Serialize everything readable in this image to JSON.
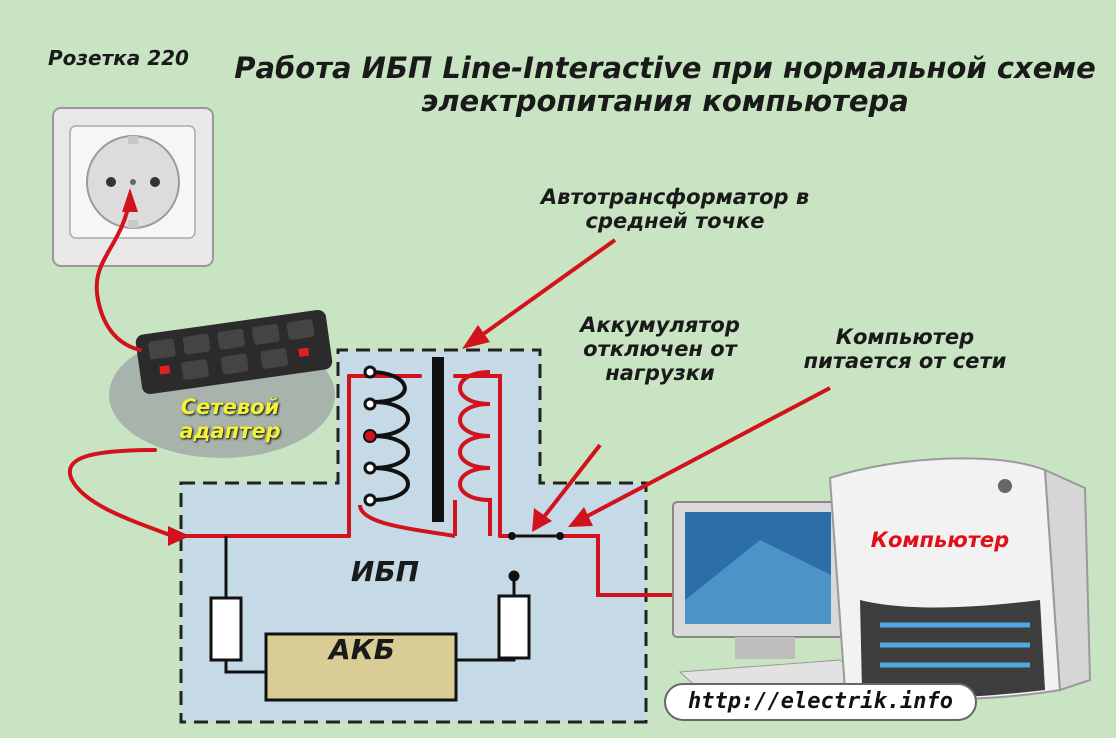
{
  "title": "Работа ИБП Line-Interactive при нормальной схеме электропитания компьютера",
  "labels": {
    "outlet": "Розетка 220",
    "autotransformer": "Автотрансформатор в средней точке",
    "battery_disconnected": "Аккумулятор отключен от нагрузки",
    "computer_powered": "Компьютер питается от сети",
    "network_adapter": "Сетевой адаптер",
    "ups": "ИБП",
    "akb": "АКБ",
    "computer": "Компьютер"
  },
  "url": "http://electrik.info",
  "colors": {
    "background": "#c9e4c2",
    "wire": "#d2121c",
    "ups_box": "#c6d9e6",
    "battery": "#d9cc95",
    "adapter_text": "#f2f23a"
  }
}
